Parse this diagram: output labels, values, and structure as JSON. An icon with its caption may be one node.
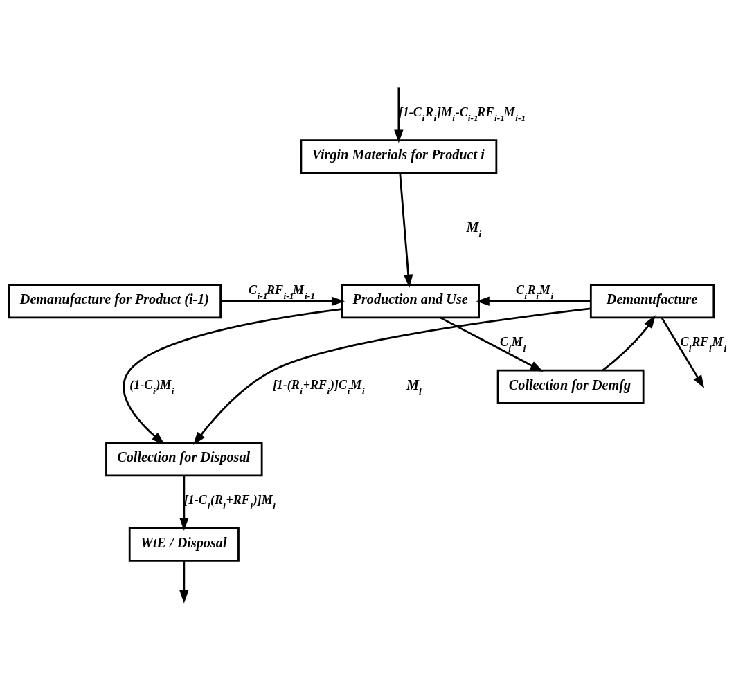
{
  "diagram": {
    "nodes": [
      {
        "text": [
          "Virgin Materials for Product i"
        ]
      },
      {
        "text": [
          "Demanufacture for Product (i-1)"
        ]
      },
      {
        "text": [
          "Production and Use"
        ]
      },
      {
        "text": [
          "Demanufacture"
        ]
      },
      {
        "text": [
          "Collection for Demfg"
        ]
      },
      {
        "text": [
          "Collection for Disposal"
        ]
      },
      {
        "text": [
          "WtE / Disposal"
        ]
      }
    ],
    "edges": [
      {
        "from": null,
        "to": 0,
        "arrow": "to",
        "label": "[1-C$_{i}$R$_{i}$]M$_{i}$-C$_{i-1}$RF$_{i-1}$M$_{i-1}$"
      },
      {
        "from": 0,
        "to": 2,
        "arrow": "to"
      },
      {
        "from": 1,
        "to": 2,
        "arrow": "to",
        "label": "C$_{i-1}$RF$_{i-1}$M$_{i-1}$"
      },
      {
        "from": 3,
        "to": 2,
        "arrow": "to",
        "label": "C$_{i}$R$_{i}$M$_{i}$"
      },
      {
        "from": 3,
        "to": null,
        "arrow": "to",
        "label": "C$_{i}$RF$_{i}$M$_{i}$"
      },
      {
        "from": 2,
        "to": 4,
        "arrow": "to",
        "label": "C$_{i}$M$_{i}$"
      },
      {
        "from": 2,
        "to": 5,
        "arrow": "to",
        "label": "(1-C$_{i}$)M$_{i}$"
      },
      {
        "from": 4,
        "to": 3,
        "arrow": "to"
      },
      {
        "from": 3,
        "to": 5,
        "arrow": "to",
        "label": "[1-(R$_{i}$+RF$_{i}$)]C$_{i}$M$_{i}$"
      },
      {
        "from": 5,
        "to": 6,
        "arrow": "to",
        "label": "[1-C$_{i}$(R$_{i}$+RF$_{i}$)]M$_{i}$"
      },
      {
        "from": 6,
        "to": null,
        "arrow": "to"
      }
    ],
    "labels": [
      "M$_{i}$",
      "M$_{i}$"
    ]
  }
}
